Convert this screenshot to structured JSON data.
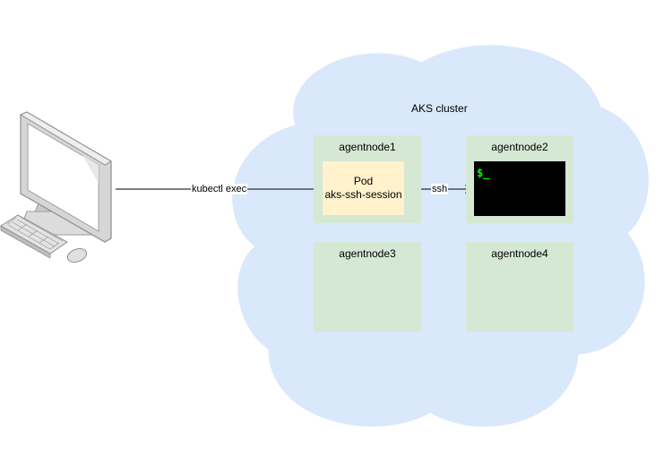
{
  "cluster": {
    "label": "AKS cluster",
    "fill": "#dae8fc"
  },
  "nodes": [
    {
      "label": "agentnode1"
    },
    {
      "label": "agentnode2"
    },
    {
      "label": "agentnode3"
    },
    {
      "label": "agentnode4"
    }
  ],
  "pod": {
    "line1": "Pod",
    "line2": "aks-ssh-session"
  },
  "terminal": {
    "prompt": "$_"
  },
  "edges": {
    "kubectl": "kubectl exec",
    "ssh": "ssh"
  },
  "colors": {
    "node": "#d5e8d4",
    "pod": "#fff2cc",
    "prompt": "#00ff00"
  },
  "icons": {
    "client": "desktop-computer-icon",
    "terminal": "terminal-icon"
  }
}
